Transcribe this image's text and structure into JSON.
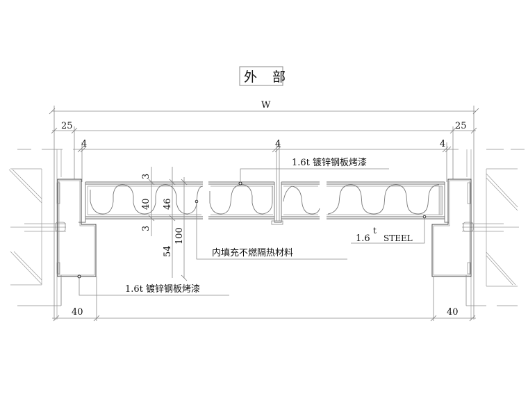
{
  "title": {
    "text": "外 部"
  },
  "dimensions": {
    "overall_width": "W",
    "left_offset": "25",
    "right_offset": "25",
    "gap_left": "4",
    "gap_center": "4",
    "gap_right": "4",
    "skin_top": "3",
    "core_thickness": "40",
    "panel_thickness": "46",
    "skin_bottom": "3",
    "frame_depth": "100",
    "frame_offset": "54",
    "frame_left_width": "40",
    "frame_right_width": "40"
  },
  "callouts": {
    "top_skin": "1.6t 镀锌钢板烤漆",
    "infill": "内填充不燃隔热材料",
    "steel_prefix": "1.6",
    "steel_sup": "t",
    "steel_suffix": "STEEL",
    "frame_skin": "1.6t 镀锌钢板烤漆"
  },
  "colors": {
    "line": "#6e6e6e",
    "text": "#111111",
    "background": "#ffffff"
  }
}
